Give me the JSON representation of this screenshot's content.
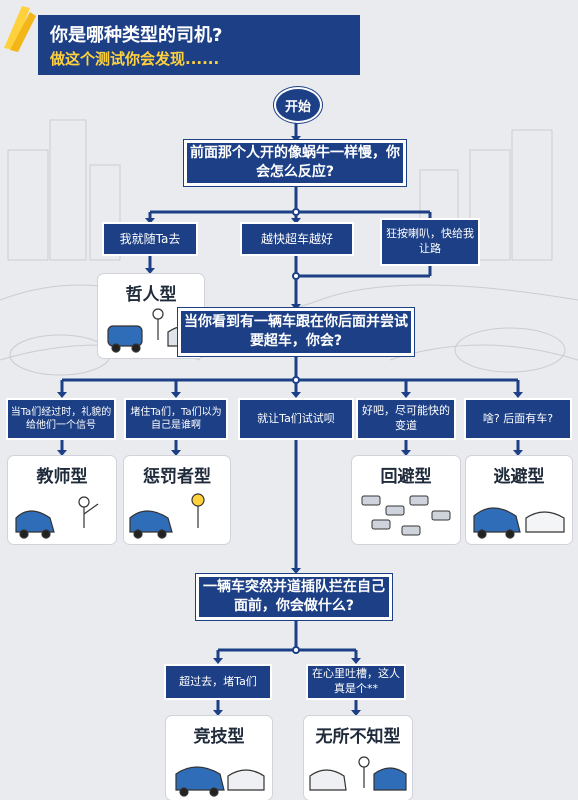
{
  "header": {
    "title": "你是哪种类型的司机?",
    "subtitle": "做这个测试你会发现......"
  },
  "start_label": "开始",
  "q1": {
    "text": "前面那个人开的像蜗牛一样慢，你会怎么反应?"
  },
  "q1_options": [
    "我就随Ta去",
    "越快超车越好",
    "狂按喇叭，快给我让路"
  ],
  "type_philosopher": "哲人型",
  "q2": {
    "text": "当你看到有一辆车跟在你后面并尝试要超车，你会?"
  },
  "q2_options": [
    "当Ta们经过时，礼貌的给他们一个信号",
    "堵住Ta们，Ta们以为自己是谁啊",
    "就让Ta们试试呗",
    "好吧，尽可能快的变道",
    "啥? 后面有车?"
  ],
  "types_row2": [
    "教师型",
    "惩罚者型",
    "回避型",
    "逃避型"
  ],
  "q3": {
    "text": "一辆车突然并道插队拦在自己面前，你会做什么?"
  },
  "q3_options": [
    "超过去，堵Ta们",
    "在心里吐槽，这人真是个**"
  ],
  "types_row3": [
    "竞技型",
    "无所不知型"
  ],
  "colors": {
    "navy": "#1c3f86",
    "yellow": "#ffd23d",
    "background": "#e9ebee"
  }
}
